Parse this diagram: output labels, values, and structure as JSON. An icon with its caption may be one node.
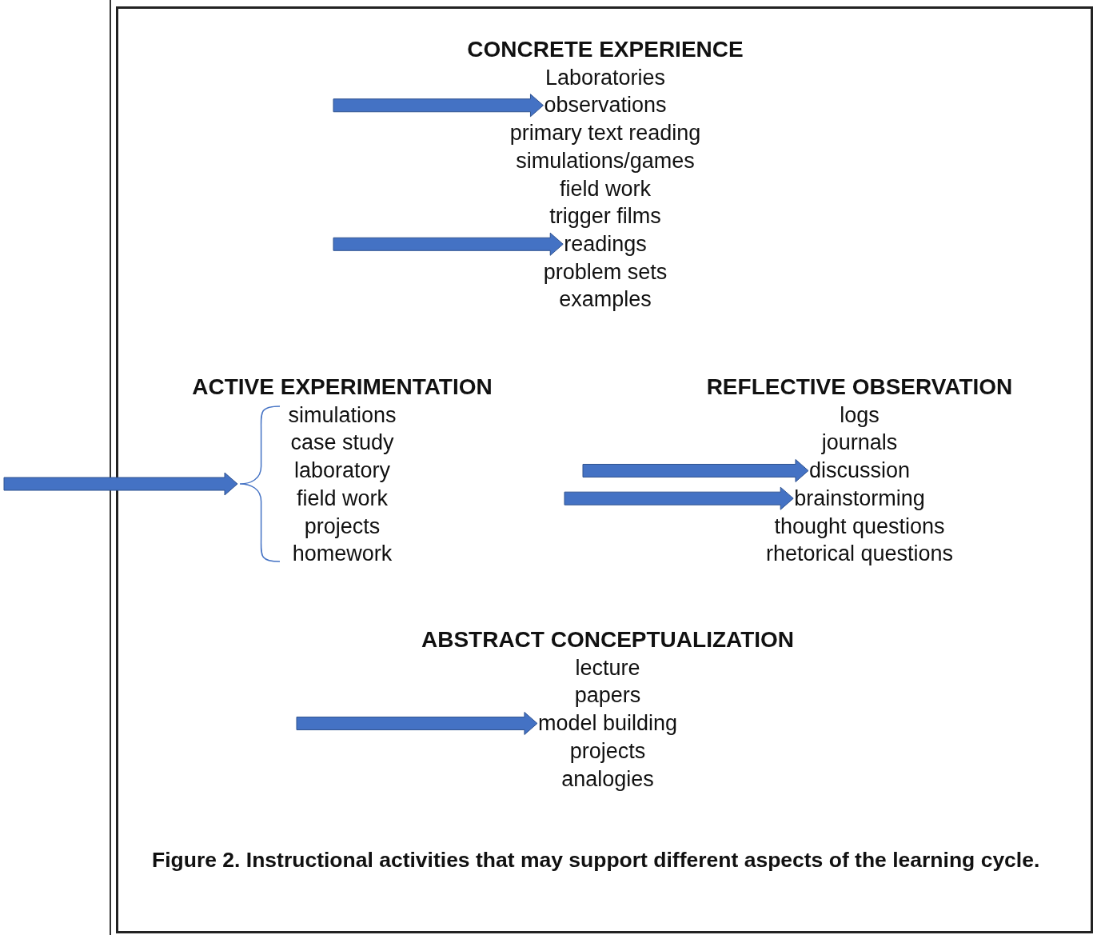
{
  "diagram": {
    "caption": "Figure 2. Instructional activities that may support different aspects of the learning cycle.",
    "nodes": [
      {
        "text": [
          "observations"
        ]
      },
      {
        "text": [
          "readings"
        ]
      },
      {
        "text": [],
        "shape": "bracket"
      },
      {
        "text": [
          "discussion"
        ]
      },
      {
        "text": [
          "brainstorming"
        ]
      },
      {
        "text": [
          "model building"
        ]
      }
    ],
    "edges": [
      {
        "from": null,
        "to": 0,
        "arrow": "to",
        "style": "thick",
        "color": "#4472c4"
      },
      {
        "from": null,
        "to": 1,
        "arrow": "to",
        "style": "thick",
        "color": "#4472c4"
      },
      {
        "from": null,
        "to": 2,
        "arrow": "to",
        "style": "thick",
        "color": "#4472c4"
      },
      {
        "from": null,
        "to": 3,
        "arrow": "to",
        "style": "thick",
        "color": "#4472c4"
      },
      {
        "from": null,
        "to": 4,
        "arrow": "to",
        "style": "thick",
        "color": "#4472c4"
      },
      {
        "from": null,
        "to": 5,
        "arrow": "to",
        "style": "thick",
        "color": "#4472c4"
      }
    ],
    "labels": [
      "CONCRETE EXPERIENCE",
      "Laboratories",
      "primary text reading",
      "simulations/games",
      "field work",
      "trigger films",
      "problem sets",
      "examples",
      "ACTIVE EXPERIMENTATION",
      "simulations",
      "case study",
      "laboratory",
      "field work",
      "projects",
      "homework",
      "REFLECTIVE OBSERVATION",
      "logs",
      "journals",
      "thought questions",
      "rhetorical questions",
      "ABSTRACT CONCEPTUALIZATION",
      "lecture",
      "papers",
      "projects",
      "analogies"
    ]
  }
}
